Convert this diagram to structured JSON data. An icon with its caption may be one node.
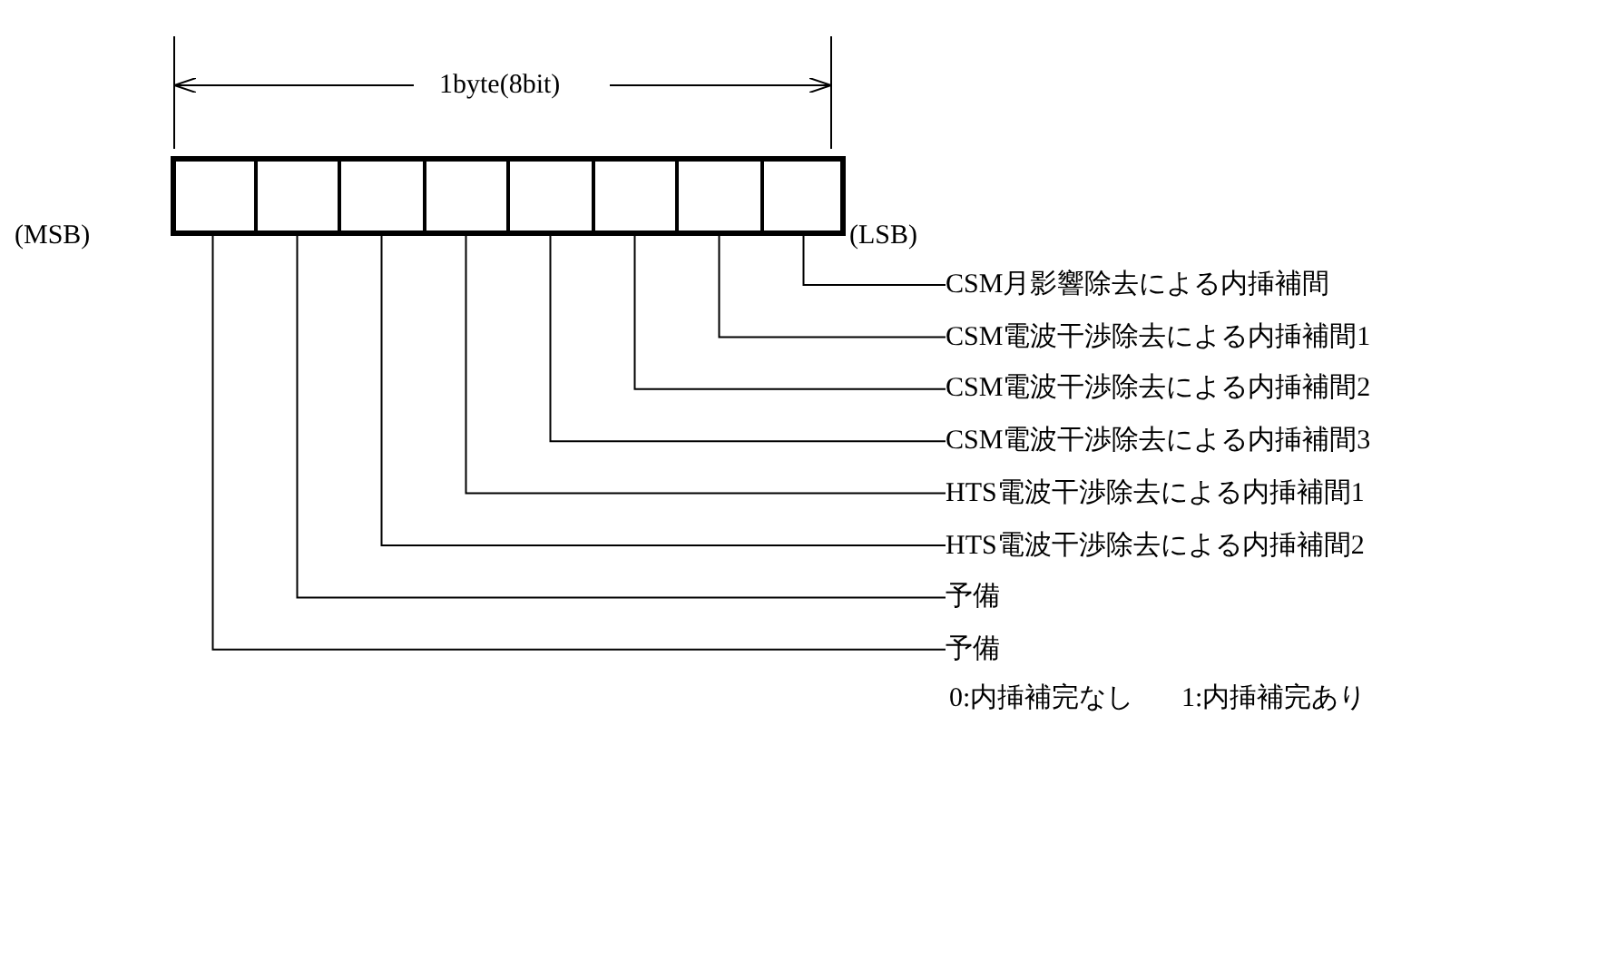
{
  "diagram": {
    "nodes": [
      {
        "text": [],
        "shape": "box"
      },
      {
        "text": [],
        "shape": "box"
      },
      {
        "text": [],
        "shape": "box"
      },
      {
        "text": [],
        "shape": "box"
      },
      {
        "text": [],
        "shape": "box"
      },
      {
        "text": [],
        "shape": "box"
      },
      {
        "text": [],
        "shape": "box"
      },
      {
        "text": [],
        "shape": "box"
      },
      {
        "text": [
          "CSM月影響除去による内挿補間"
        ]
      },
      {
        "text": [
          "CSM電波干渉除去による内挿補間1"
        ]
      },
      {
        "text": [
          "CSM電波干渉除去による内挿補間2"
        ]
      },
      {
        "text": [
          "CSM電波干渉除去による内挿補間3"
        ]
      },
      {
        "text": [
          "HTS電波干渉除去による内挿補間1"
        ]
      },
      {
        "text": [
          "HTS電波干渉除去による内挿補間2"
        ]
      },
      {
        "text": [
          "予備"
        ]
      },
      {
        "text": [
          "予備"
        ]
      }
    ],
    "edges": [
      {
        "from": 7,
        "to": 8,
        "arrow": "none"
      },
      {
        "from": 6,
        "to": 9,
        "arrow": "none"
      },
      {
        "from": 5,
        "to": 10,
        "arrow": "none"
      },
      {
        "from": 4,
        "to": 11,
        "arrow": "none"
      },
      {
        "from": 3,
        "to": 12,
        "arrow": "none"
      },
      {
        "from": 2,
        "to": 13,
        "arrow": "none"
      },
      {
        "from": 1,
        "to": 14,
        "arrow": "none"
      },
      {
        "from": 0,
        "to": 15,
        "arrow": "none"
      }
    ],
    "labels": [
      "1byte(8bit)",
      "(MSB)",
      "(LSB)",
      "0:内挿補完なし",
      "1:内挿補完あり"
    ]
  }
}
